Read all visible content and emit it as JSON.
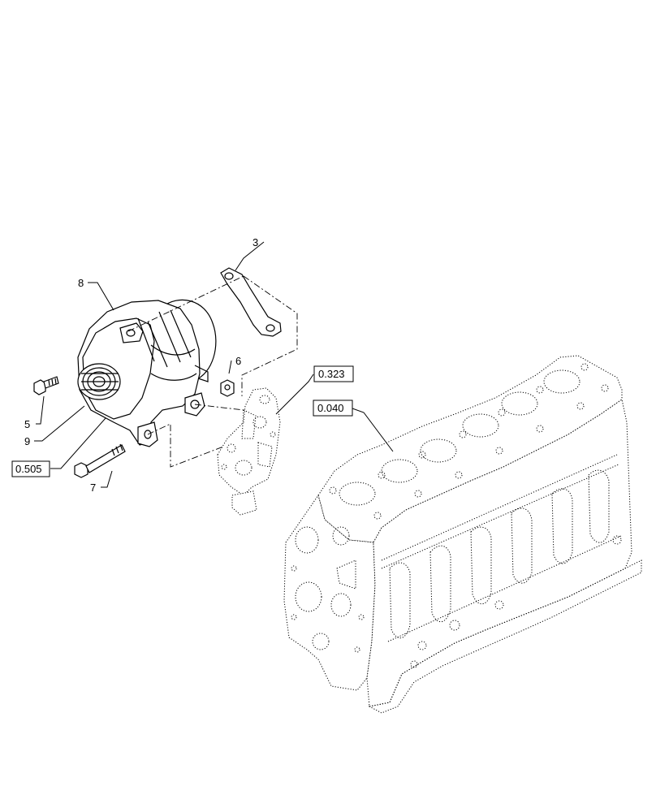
{
  "callouts": {
    "c3": "3",
    "c5": "5",
    "c6": "6",
    "c7": "7",
    "c8": "8",
    "c9": "9"
  },
  "references": {
    "r0505": "0.505",
    "r0323": "0.323",
    "r0040": "0.040"
  }
}
